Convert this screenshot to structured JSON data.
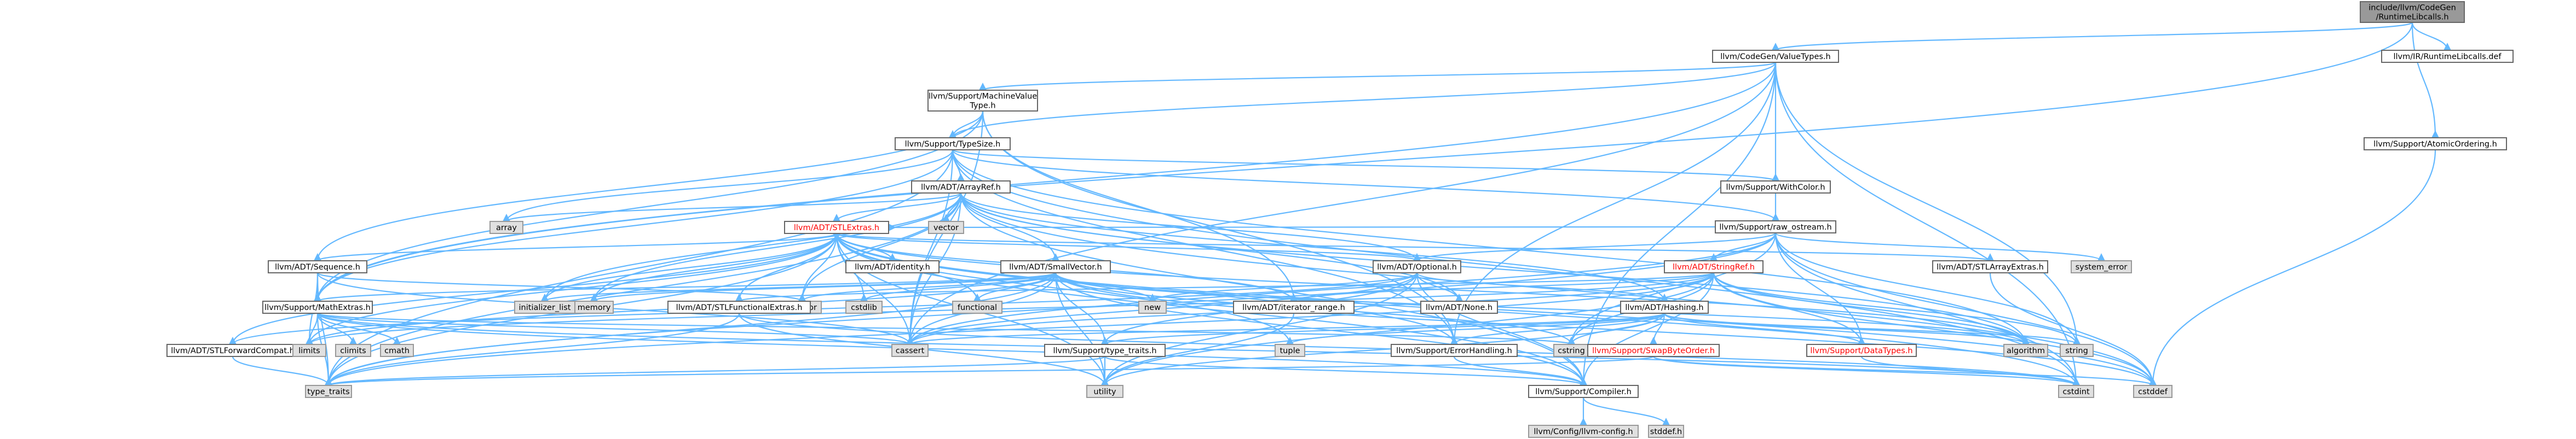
{
  "graph": {
    "nodes": [
      {
        "id": "root",
        "lines": [
          "include/llvm/CodeGen",
          "/RuntimeLibcalls.h"
        ],
        "kind": "root",
        "link": false,
        "red": false
      },
      {
        "id": "cg_valuetypes",
        "lines": [
          "llvm/CodeGen/ValueTypes.h"
        ],
        "kind": "normal",
        "link": true,
        "red": false
      },
      {
        "id": "ir_runtimelibcalls",
        "lines": [
          "llvm/IR/RuntimeLibcalls.def"
        ],
        "kind": "normal",
        "link": true,
        "red": false
      },
      {
        "id": "atomic_ordering",
        "lines": [
          "llvm/Support/AtomicOrdering.h"
        ],
        "kind": "normal",
        "link": true,
        "red": false
      },
      {
        "id": "machine_value_type",
        "lines": [
          "llvm/Support/MachineValue",
          "Type.h"
        ],
        "kind": "normal",
        "link": true,
        "red": false
      },
      {
        "id": "type_size",
        "lines": [
          "llvm/Support/TypeSize.h"
        ],
        "kind": "normal",
        "link": true,
        "red": false
      },
      {
        "id": "with_color",
        "lines": [
          "llvm/Support/WithColor.h"
        ],
        "kind": "normal",
        "link": true,
        "red": false
      },
      {
        "id": "array_ref",
        "lines": [
          "llvm/ADT/ArrayRef.h"
        ],
        "kind": "normal",
        "link": true,
        "red": false
      },
      {
        "id": "raw_ostream",
        "lines": [
          "llvm/Support/raw_ostream.h"
        ],
        "kind": "normal",
        "link": true,
        "red": false
      },
      {
        "id": "array",
        "lines": [
          "array"
        ],
        "kind": "sys",
        "link": false,
        "red": false
      },
      {
        "id": "vector",
        "lines": [
          "vector"
        ],
        "kind": "sys",
        "link": false,
        "red": false
      },
      {
        "id": "stl_extras",
        "lines": [
          "llvm/ADT/STLExtras.h"
        ],
        "kind": "normal",
        "link": true,
        "red": true
      },
      {
        "id": "system_error",
        "lines": [
          "system_error"
        ],
        "kind": "sys",
        "link": false,
        "red": false
      },
      {
        "id": "sequence",
        "lines": [
          "llvm/ADT/Sequence.h"
        ],
        "kind": "normal",
        "link": true,
        "red": false
      },
      {
        "id": "identity",
        "lines": [
          "llvm/ADT/identity.h"
        ],
        "kind": "normal",
        "link": true,
        "red": false
      },
      {
        "id": "small_vector",
        "lines": [
          "llvm/ADT/SmallVector.h"
        ],
        "kind": "normal",
        "link": true,
        "red": false
      },
      {
        "id": "optional",
        "lines": [
          "llvm/ADT/Optional.h"
        ],
        "kind": "normal",
        "link": true,
        "red": false
      },
      {
        "id": "string_ref",
        "lines": [
          "llvm/ADT/StringRef.h"
        ],
        "kind": "normal",
        "link": true,
        "red": true
      },
      {
        "id": "stl_array_extras",
        "lines": [
          "llvm/ADT/STLArrayExtras.h"
        ],
        "kind": "normal",
        "link": true,
        "red": false
      },
      {
        "id": "math_extras",
        "lines": [
          "llvm/Support/MathExtras.h"
        ],
        "kind": "normal",
        "link": true,
        "red": false
      },
      {
        "id": "initializer_list",
        "lines": [
          "initializer_list"
        ],
        "kind": "sys",
        "link": false,
        "red": false
      },
      {
        "id": "memory",
        "lines": [
          "memory"
        ],
        "kind": "sys",
        "link": false,
        "red": false
      },
      {
        "id": "iterator",
        "lines": [
          "iterator"
        ],
        "kind": "sys",
        "link": false,
        "red": false
      },
      {
        "id": "cstdlib",
        "lines": [
          "cstdlib"
        ],
        "kind": "sys",
        "link": false,
        "red": false
      },
      {
        "id": "functional",
        "lines": [
          "functional"
        ],
        "kind": "sys",
        "link": false,
        "red": false
      },
      {
        "id": "new",
        "lines": [
          "new"
        ],
        "kind": "sys",
        "link": false,
        "red": false
      },
      {
        "id": "iterator_range",
        "lines": [
          "llvm/ADT/iterator_range.h"
        ],
        "kind": "normal",
        "link": true,
        "red": false
      },
      {
        "id": "none",
        "lines": [
          "llvm/ADT/None.h"
        ],
        "kind": "normal",
        "link": true,
        "red": false
      },
      {
        "id": "hashing",
        "lines": [
          "llvm/ADT/Hashing.h"
        ],
        "kind": "normal",
        "link": true,
        "red": false
      },
      {
        "id": "stl_functional_extras",
        "lines": [
          "llvm/ADT/STLFunctionalExtras.h"
        ],
        "kind": "normal",
        "link": true,
        "red": false
      },
      {
        "id": "stl_forward_compat",
        "lines": [
          "llvm/ADT/STLForwardCompat.h"
        ],
        "kind": "normal",
        "link": true,
        "red": false
      },
      {
        "id": "limits",
        "lines": [
          "limits"
        ],
        "kind": "sys",
        "link": false,
        "red": false
      },
      {
        "id": "climits",
        "lines": [
          "climits"
        ],
        "kind": "sys",
        "link": false,
        "red": false
      },
      {
        "id": "cmath",
        "lines": [
          "cmath"
        ],
        "kind": "sys",
        "link": false,
        "red": false
      },
      {
        "id": "cassert",
        "lines": [
          "cassert"
        ],
        "kind": "sys",
        "link": false,
        "red": false
      },
      {
        "id": "tuple",
        "lines": [
          "tuple"
        ],
        "kind": "sys",
        "link": false,
        "red": false
      },
      {
        "id": "type_traits_h",
        "lines": [
          "llvm/Support/type_traits.h"
        ],
        "kind": "normal",
        "link": true,
        "red": false
      },
      {
        "id": "error_handling",
        "lines": [
          "llvm/Support/ErrorHandling.h"
        ],
        "kind": "normal",
        "link": true,
        "red": false
      },
      {
        "id": "cstring",
        "lines": [
          "cstring"
        ],
        "kind": "sys",
        "link": false,
        "red": false
      },
      {
        "id": "swap_byte_order",
        "lines": [
          "llvm/Support/SwapByteOrder.h"
        ],
        "kind": "normal",
        "link": true,
        "red": true
      },
      {
        "id": "data_types",
        "lines": [
          "llvm/Support/DataTypes.h"
        ],
        "kind": "normal",
        "link": true,
        "red": true
      },
      {
        "id": "algorithm",
        "lines": [
          "algorithm"
        ],
        "kind": "sys",
        "link": false,
        "red": false
      },
      {
        "id": "string",
        "lines": [
          "string"
        ],
        "kind": "sys",
        "link": false,
        "red": false
      },
      {
        "id": "type_traits",
        "lines": [
          "type_traits"
        ],
        "kind": "sys",
        "link": false,
        "red": false
      },
      {
        "id": "utility",
        "lines": [
          "utility"
        ],
        "kind": "sys",
        "link": false,
        "red": false
      },
      {
        "id": "compiler",
        "lines": [
          "llvm/Support/Compiler.h"
        ],
        "kind": "normal",
        "link": true,
        "red": false
      },
      {
        "id": "cstdint",
        "lines": [
          "cstdint"
        ],
        "kind": "sys",
        "link": false,
        "red": false
      },
      {
        "id": "cstddef",
        "lines": [
          "cstddef"
        ],
        "kind": "sys",
        "link": false,
        "red": false
      },
      {
        "id": "llvm_config",
        "lines": [
          "llvm/Config/llvm-config.h"
        ],
        "kind": "sys",
        "link": false,
        "red": false
      },
      {
        "id": "stddef",
        "lines": [
          "stddef.h"
        ],
        "kind": "sys",
        "link": false,
        "red": false
      }
    ],
    "edges": [
      [
        "root",
        "cg_valuetypes"
      ],
      [
        "root",
        "ir_runtimelibcalls"
      ],
      [
        "root",
        "atomic_ordering"
      ],
      [
        "root",
        "math_extras"
      ],
      [
        "atomic_ordering",
        "cstddef"
      ],
      [
        "cg_valuetypes",
        "machine_value_type"
      ],
      [
        "cg_valuetypes",
        "type_size"
      ],
      [
        "cg_valuetypes",
        "with_color"
      ],
      [
        "cg_valuetypes",
        "math_extras"
      ],
      [
        "cg_valuetypes",
        "cassert"
      ],
      [
        "cg_valuetypes",
        "cstdint"
      ],
      [
        "cg_valuetypes",
        "string"
      ],
      [
        "cg_valuetypes",
        "compiler"
      ],
      [
        "cg_valuetypes",
        "error_handling"
      ],
      [
        "machine_value_type",
        "type_size"
      ],
      [
        "machine_value_type",
        "sequence"
      ],
      [
        "machine_value_type",
        "math_extras"
      ],
      [
        "machine_value_type",
        "error_handling"
      ],
      [
        "machine_value_type",
        "iterator_range"
      ],
      [
        "machine_value_type",
        "cassert"
      ],
      [
        "type_size",
        "array_ref"
      ],
      [
        "type_size",
        "math_extras"
      ],
      [
        "type_size",
        "with_color"
      ],
      [
        "type_size",
        "raw_ostream"
      ],
      [
        "type_size",
        "algorithm"
      ],
      [
        "type_size",
        "array"
      ],
      [
        "type_size",
        "cassert"
      ],
      [
        "type_size",
        "cstdint"
      ],
      [
        "type_size",
        "type_traits"
      ],
      [
        "type_size",
        "error_handling"
      ],
      [
        "with_color",
        "raw_ostream"
      ],
      [
        "array_ref",
        "stl_extras"
      ],
      [
        "array_ref",
        "small_vector"
      ],
      [
        "array_ref",
        "hashing"
      ],
      [
        "array_ref",
        "none"
      ],
      [
        "array_ref",
        "compiler"
      ],
      [
        "array_ref",
        "vector"
      ],
      [
        "array_ref",
        "array"
      ],
      [
        "array_ref",
        "algorithm"
      ],
      [
        "array_ref",
        "cassert"
      ],
      [
        "array_ref",
        "cstddef"
      ],
      [
        "array_ref",
        "initializer_list"
      ],
      [
        "array_ref",
        "iterator"
      ],
      [
        "array_ref",
        "memory"
      ],
      [
        "array_ref",
        "type_traits"
      ],
      [
        "array_ref",
        "optional"
      ],
      [
        "raw_ostream",
        "stl_extras"
      ],
      [
        "raw_ostream",
        "string_ref"
      ],
      [
        "raw_ostream",
        "cassert"
      ],
      [
        "raw_ostream",
        "cstddef"
      ],
      [
        "raw_ostream",
        "cstdint"
      ],
      [
        "raw_ostream",
        "cstring"
      ],
      [
        "raw_ostream",
        "optional"
      ],
      [
        "raw_ostream",
        "string"
      ],
      [
        "raw_ostream",
        "system_error"
      ],
      [
        "raw_ostream",
        "type_traits"
      ],
      [
        "raw_ostream",
        "data_types"
      ],
      [
        "stl_extras",
        "sequence"
      ],
      [
        "stl_extras",
        "identity"
      ],
      [
        "stl_extras",
        "optional"
      ],
      [
        "stl_extras",
        "stl_array_extras"
      ],
      [
        "stl_extras",
        "stl_forward_compat"
      ],
      [
        "stl_extras",
        "stl_functional_extras"
      ],
      [
        "stl_extras",
        "iterator_range"
      ],
      [
        "stl_extras",
        "compiler"
      ],
      [
        "stl_extras",
        "error_handling"
      ],
      [
        "stl_extras",
        "algorithm"
      ],
      [
        "stl_extras",
        "cassert"
      ],
      [
        "stl_extras",
        "cstddef"
      ],
      [
        "stl_extras",
        "cstdint"
      ],
      [
        "stl_extras",
        "cstdlib"
      ],
      [
        "stl_extras",
        "functional"
      ],
      [
        "stl_extras",
        "initializer_list"
      ],
      [
        "stl_extras",
        "iterator"
      ],
      [
        "stl_extras",
        "limits"
      ],
      [
        "stl_extras",
        "memory"
      ],
      [
        "stl_extras",
        "tuple"
      ],
      [
        "stl_extras",
        "type_traits"
      ],
      [
        "stl_extras",
        "utility"
      ],
      [
        "sequence",
        "math_extras"
      ],
      [
        "sequence",
        "cassert"
      ],
      [
        "sequence",
        "iterator"
      ],
      [
        "sequence",
        "limits"
      ],
      [
        "sequence",
        "type_traits"
      ],
      [
        "small_vector",
        "math_extras"
      ],
      [
        "small_vector",
        "compiler"
      ],
      [
        "small_vector",
        "type_traits_h"
      ],
      [
        "small_vector",
        "algorithm"
      ],
      [
        "small_vector",
        "cassert"
      ],
      [
        "small_vector",
        "cstddef"
      ],
      [
        "small_vector",
        "cstdlib"
      ],
      [
        "small_vector",
        "cstring"
      ],
      [
        "small_vector",
        "functional"
      ],
      [
        "small_vector",
        "initializer_list"
      ],
      [
        "small_vector",
        "iterator"
      ],
      [
        "small_vector",
        "limits"
      ],
      [
        "small_vector",
        "memory"
      ],
      [
        "small_vector",
        "new"
      ],
      [
        "small_vector",
        "type_traits"
      ],
      [
        "small_vector",
        "utility"
      ],
      [
        "optional",
        "hashing"
      ],
      [
        "optional",
        "none"
      ],
      [
        "optional",
        "stl_forward_compat"
      ],
      [
        "optional",
        "compiler"
      ],
      [
        "optional",
        "type_traits_h"
      ],
      [
        "optional",
        "cassert"
      ],
      [
        "optional",
        "new"
      ],
      [
        "optional",
        "utility"
      ],
      [
        "string_ref",
        "stl_functional_extras"
      ],
      [
        "string_ref",
        "iterator_range"
      ],
      [
        "string_ref",
        "compiler"
      ],
      [
        "string_ref",
        "algorithm"
      ],
      [
        "string_ref",
        "cassert"
      ],
      [
        "string_ref",
        "cstddef"
      ],
      [
        "string_ref",
        "cstring"
      ],
      [
        "string_ref",
        "limits"
      ],
      [
        "string_ref",
        "string"
      ],
      [
        "string_ref",
        "type_traits"
      ],
      [
        "string_ref",
        "utility"
      ],
      [
        "string_ref",
        "data_types"
      ],
      [
        "stl_array_extras",
        "cstddef"
      ],
      [
        "math_extras",
        "compiler"
      ],
      [
        "math_extras",
        "cassert"
      ],
      [
        "math_extras",
        "climits"
      ],
      [
        "math_extras",
        "cmath"
      ],
      [
        "math_extras",
        "cstdint"
      ],
      [
        "math_extras",
        "cstring"
      ],
      [
        "math_extras",
        "limits"
      ],
      [
        "math_extras",
        "type_traits"
      ],
      [
        "hashing",
        "error_handling"
      ],
      [
        "hashing",
        "swap_byte_order"
      ],
      [
        "hashing",
        "type_traits_h"
      ],
      [
        "hashing",
        "algorithm"
      ],
      [
        "hashing",
        "cassert"
      ],
      [
        "hashing",
        "cstring"
      ],
      [
        "hashing",
        "string"
      ],
      [
        "hashing",
        "tuple"
      ],
      [
        "hashing",
        "utility"
      ],
      [
        "hashing",
        "data_types"
      ],
      [
        "stl_functional_extras",
        "stl_extras"
      ],
      [
        "stl_functional_extras",
        "cstdint"
      ],
      [
        "stl_functional_extras",
        "type_traits"
      ],
      [
        "stl_functional_extras",
        "utility"
      ],
      [
        "stl_forward_compat",
        "type_traits"
      ],
      [
        "iterator_range",
        "utility"
      ],
      [
        "type_traits_h",
        "compiler"
      ],
      [
        "type_traits_h",
        "type_traits"
      ],
      [
        "type_traits_h",
        "utility"
      ],
      [
        "error_handling",
        "compiler"
      ],
      [
        "swap_byte_order",
        "cstddef"
      ],
      [
        "swap_byte_order",
        "cstdint"
      ],
      [
        "swap_byte_order",
        "type_traits"
      ],
      [
        "data_types",
        "cstdint"
      ],
      [
        "compiler",
        "llvm_config"
      ],
      [
        "compiler",
        "stddef"
      ]
    ]
  }
}
